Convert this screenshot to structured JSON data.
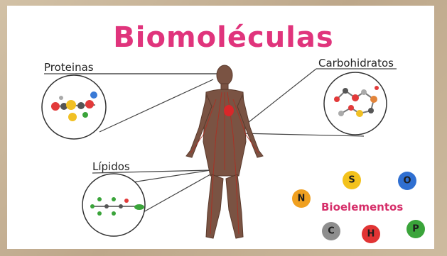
{
  "title": "Biomoléculas",
  "labels": {
    "proteinas": "Proteinas",
    "carbohidratos": "Carbohidratos",
    "lipidos": "Lípidos",
    "bioelementos": "Bioelementos"
  },
  "elements": [
    {
      "symbol": "N",
      "color": "#f0a020"
    },
    {
      "symbol": "S",
      "color": "#f3c21c"
    },
    {
      "symbol": "O",
      "color": "#2f6fd1"
    },
    {
      "symbol": "C",
      "color": "#8e8e8e"
    },
    {
      "symbol": "H",
      "color": "#e13434"
    },
    {
      "symbol": "P",
      "color": "#3aa43a"
    }
  ]
}
